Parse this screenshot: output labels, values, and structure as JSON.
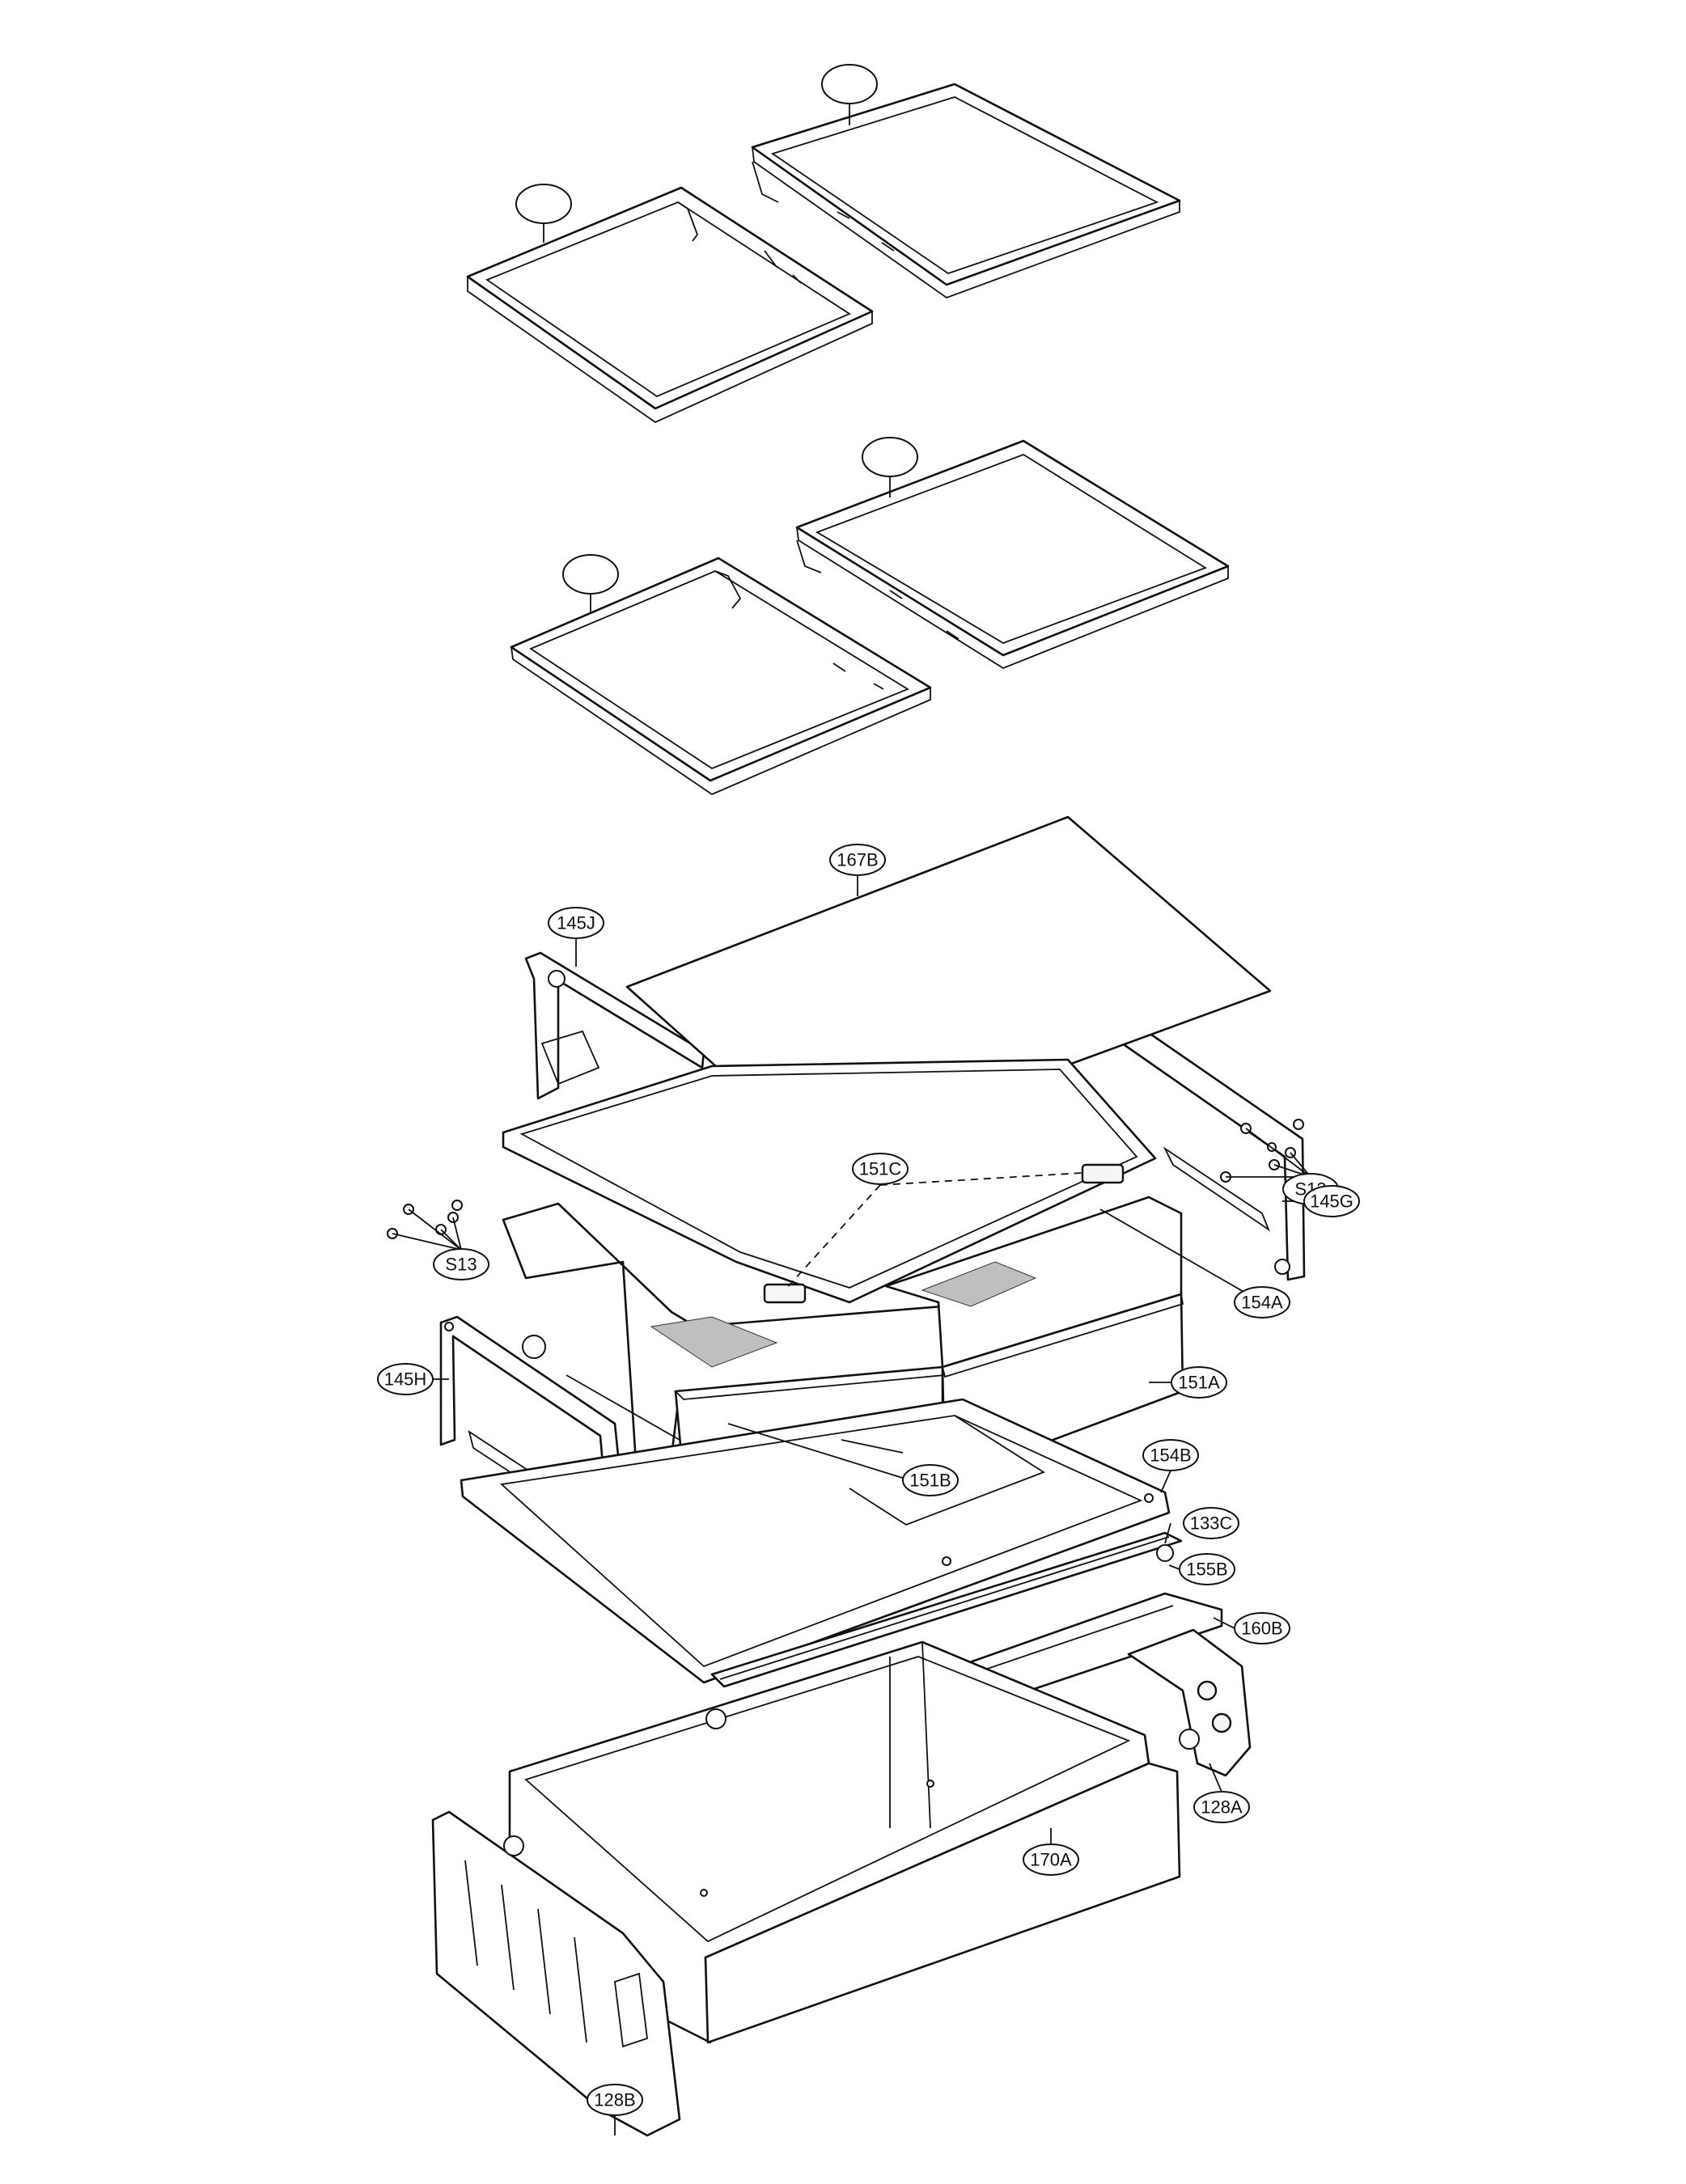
{
  "colors": {
    "line": "#111111",
    "background": "#ffffff"
  },
  "callouts": {
    "c167B": "167B",
    "c145J": "145J",
    "cS13_right": "S13",
    "c151C": "151C",
    "c145G": "145G",
    "cS13_left": "S13",
    "c154A": "154A",
    "c145H": "145H",
    "c151A": "151A",
    "c154B": "154B",
    "c151B": "151B",
    "c133C": "133C",
    "c155B": "155B",
    "c160B": "160B",
    "c128A": "128A",
    "c170A": "170A",
    "c128B": "128B"
  }
}
